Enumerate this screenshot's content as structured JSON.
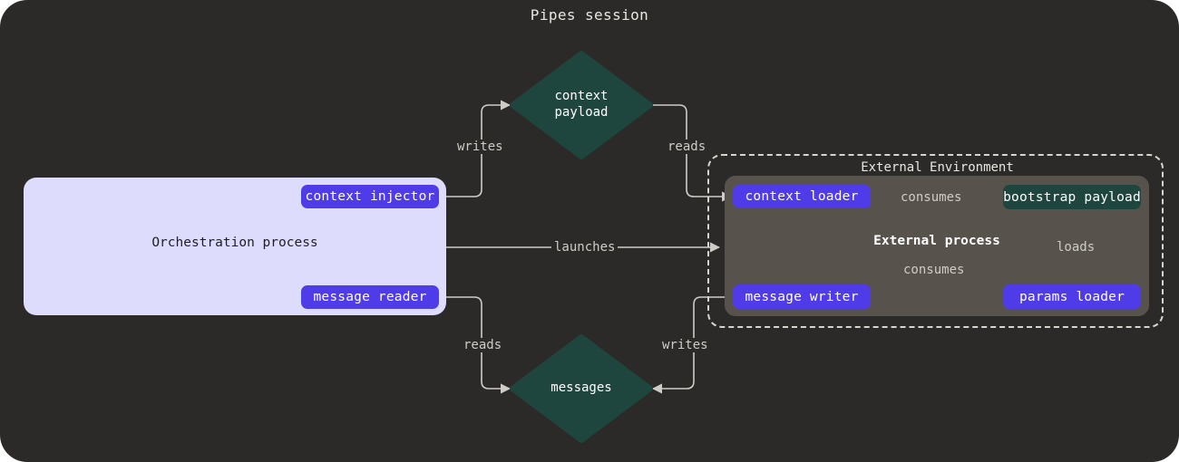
{
  "title": "Pipes session",
  "theme": {
    "canvas_bg": "#2b2a28",
    "orchestration_bg": "#dedcfd",
    "node_purple": "#4f3ce8",
    "node_teal": "#1f463e",
    "external_process_bg": "#57534c",
    "edge_color": "#cfccc7",
    "text_light": "#e9e6e2"
  },
  "orchestration": {
    "label": "Orchestration process",
    "nodes": [
      {
        "id": "context-injector",
        "label": "context injector",
        "style": "purple"
      },
      {
        "id": "message-reader",
        "label": "message reader",
        "style": "purple"
      }
    ]
  },
  "external_environment": {
    "label": "External Environment",
    "process": {
      "label": "External process",
      "nodes": [
        {
          "id": "context-loader",
          "label": "context loader",
          "style": "purple"
        },
        {
          "id": "bootstrap-payload",
          "label": "bootstrap payload",
          "style": "teal"
        },
        {
          "id": "message-writer",
          "label": "message writer",
          "style": "purple"
        },
        {
          "id": "params-loader",
          "label": "params loader",
          "style": "purple"
        }
      ]
    }
  },
  "datastores": [
    {
      "id": "context-payload",
      "line1": "context",
      "line2": "payload",
      "style": "teal"
    },
    {
      "id": "messages",
      "line1": "messages",
      "line2": "",
      "style": "teal"
    }
  ],
  "edges": [
    {
      "id": "writes-context",
      "label": "writes",
      "from": "context-injector",
      "to": "context-payload"
    },
    {
      "id": "reads-context",
      "label": "reads",
      "from": "context-payload",
      "to": "context-loader"
    },
    {
      "id": "launches",
      "label": "launches",
      "from": "orchestration-process",
      "to": "external-process"
    },
    {
      "id": "reads-messages",
      "label": "reads",
      "from": "message-reader",
      "to": "messages"
    },
    {
      "id": "writes-messages",
      "label": "writes",
      "from": "message-writer",
      "to": "messages"
    },
    {
      "id": "consumes-context",
      "label": "consumes",
      "from": "context-loader",
      "to": "bootstrap-payload"
    },
    {
      "id": "consumes-writer",
      "label": "consumes",
      "from": "message-writer",
      "to": "bootstrap-payload"
    },
    {
      "id": "loads-params",
      "label": "loads",
      "from": "params-loader",
      "to": "bootstrap-payload"
    }
  ]
}
